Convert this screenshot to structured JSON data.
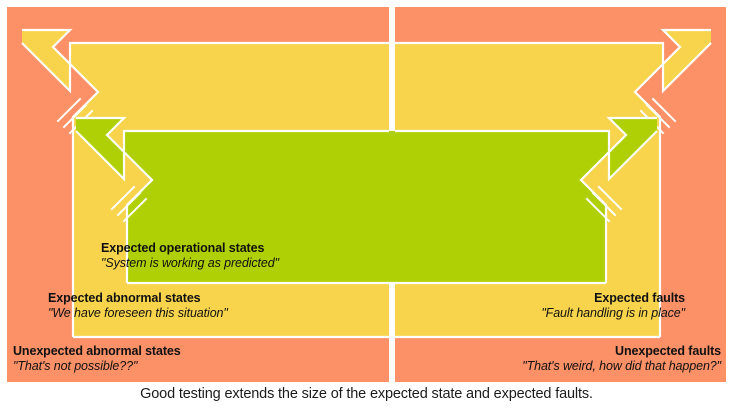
{
  "diagram": {
    "title_caption": "Good testing extends the size of the expected state and expected faults.",
    "colors": {
      "unexpected_band": "#fc9067",
      "expected_band": "#f7d44c",
      "operational_band": "#aed004",
      "gap": "#ffffff",
      "text": "#111111"
    },
    "zones": [
      {
        "id": "unexpected-abnormal-states",
        "title": "Unexpected abnormal states",
        "quote": "\"That's not possible??\"",
        "color": "#fc9067",
        "align": "left"
      },
      {
        "id": "unexpected-faults",
        "title": "Unexpected faults",
        "quote": "\"That's weird, how did that happen?\"",
        "color": "#fc9067",
        "align": "right"
      },
      {
        "id": "expected-abnormal-states",
        "title": "Expected abnormal states",
        "quote": "\"We have foreseen this situation\"",
        "color": "#f7d44c",
        "align": "left"
      },
      {
        "id": "expected-faults",
        "title": "Expected faults",
        "quote": "\"Fault handling is in place\"",
        "color": "#f7d44c",
        "align": "right"
      },
      {
        "id": "expected-operational-states",
        "title": "Expected operational states",
        "quote": "\"System is working as predicted\"",
        "color": "#aed004",
        "align": "left"
      }
    ],
    "arrows": [
      {
        "id": "yellow-arrow-left",
        "direction": "up-left",
        "color": "#f7d44c"
      },
      {
        "id": "yellow-arrow-right",
        "direction": "up-right",
        "color": "#f7d44c"
      },
      {
        "id": "green-arrow-left",
        "direction": "up-left",
        "color": "#aed004"
      },
      {
        "id": "green-arrow-right",
        "direction": "up-right",
        "color": "#aed004"
      }
    ]
  }
}
